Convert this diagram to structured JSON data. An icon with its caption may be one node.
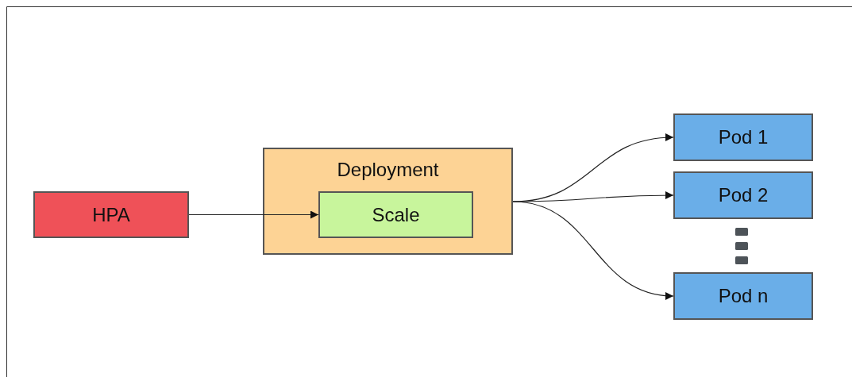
{
  "diagram": {
    "nodes": [
      {
        "text": [
          "HPA"
        ]
      },
      {
        "text": [
          "Deployment"
        ]
      },
      {
        "text": [
          "Scale"
        ],
        "in": 1
      },
      {
        "text": [
          "Pod 1"
        ]
      },
      {
        "text": [
          "Pod 2"
        ]
      },
      {
        "text": [
          "Pod n"
        ]
      }
    ],
    "edges": [
      {
        "from": 0,
        "to": 2,
        "arrow": "to"
      },
      {
        "from": 1,
        "to": 3,
        "arrow": "to"
      },
      {
        "from": 1,
        "to": 4,
        "arrow": "to"
      },
      {
        "from": 1,
        "to": 5,
        "arrow": "to"
      }
    ]
  }
}
